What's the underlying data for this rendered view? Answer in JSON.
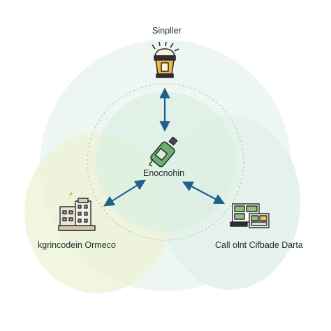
{
  "nodes": {
    "top": {
      "label": "Sinpller",
      "icon": "lantern-icon"
    },
    "center": {
      "label": "Enocnohin",
      "icon": "spray-bottle-icon"
    },
    "left": {
      "label": "kgrincodein Ormeco",
      "icon": "buildings-icon"
    },
    "right": {
      "label": "Call olnt Cifbade Darta",
      "icon": "computer-devices-icon"
    }
  },
  "colors": {
    "arrow": "#1f5f8b",
    "circle_outer": "#eaf5ee",
    "circle_inner": "#dcefe2",
    "blob_left": "#eef4d6",
    "blob_right": "#e2f1ea",
    "icon_outline": "#2b2b2b",
    "lantern_fill": "#f0b84a",
    "bottle_fill": "#6fae72",
    "building_fill": "#e9e4d6",
    "screen_fill": "#8fbf82",
    "screen_accent": "#f2c14e"
  }
}
